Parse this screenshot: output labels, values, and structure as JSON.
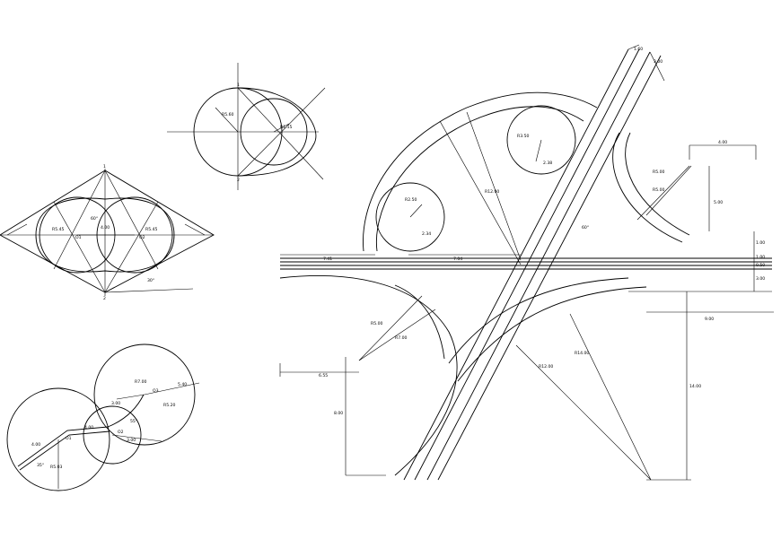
{
  "oval": {
    "r_large": "R5.60",
    "r_small": "R1.15",
    "p1": "1",
    "p2": "2"
  },
  "ellipse": {
    "r_left": "R5.45",
    "r_right": "R5.45",
    "dist": "4.00",
    "angle_top": "60°",
    "o1": "O1",
    "o2": "O2",
    "angle": "30°",
    "p_top": "1",
    "p_bottom": "2"
  },
  "curve": {
    "o1": "O1",
    "o2": "O2",
    "o3": "O3",
    "r_top": "R7.00",
    "r_right": "R5.20",
    "r_left": "R5.03",
    "d_top": "5.40",
    "angle1": "55°",
    "angle2": "35°",
    "d_left": "4.00",
    "d_mid": "4.00",
    "d_upper": "3.00",
    "d_lower": "3.00"
  },
  "interchange": {
    "r_circle_left": "R2.50",
    "d_circle_left": "2.34",
    "r_circle_top": "R3.50",
    "d_circle_top": "2.38",
    "r_loop": "R12.00",
    "r_small1": "R5.00",
    "r_small2": "R5.00",
    "d_right_vert": "5.00",
    "d_right_top": "4.00",
    "d_lane1": "1.00",
    "d_lane2": "1.00",
    "d_lane3": "0.50",
    "d_lane4": "3.00",
    "d_bottom_right": "9.00",
    "d_tall": "14.00",
    "r_sweep1": "R12.00",
    "r_sweep2": "R14.00",
    "r_bl1": "R5.00",
    "r_bl2": "R7.00",
    "d_left": "6.55",
    "d_left_vert": "8.00",
    "d_road1": "7.41",
    "d_road2": "7.04",
    "angle": "60°",
    "d_top1": "1.60",
    "d_top2": "3.00"
  }
}
